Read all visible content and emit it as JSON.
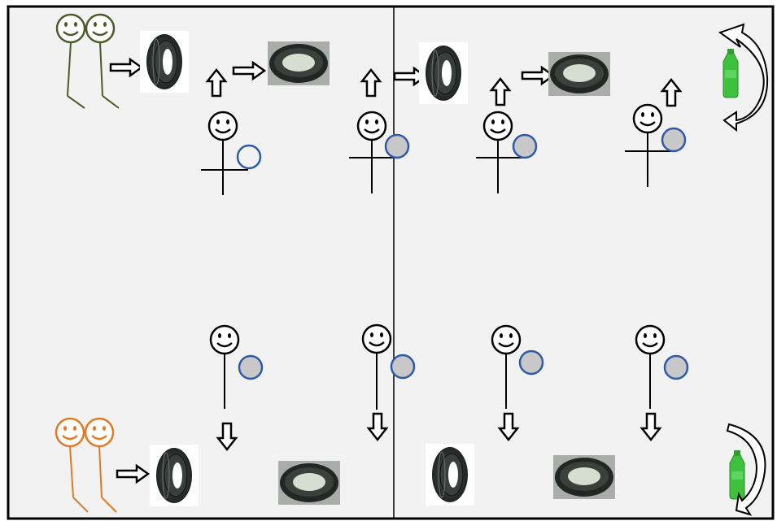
{
  "colors": {
    "background": "#f2f2f2",
    "frame": "#000000",
    "team_top": "#4d5a28",
    "team_bottom": "#e07a26",
    "player": "#000000",
    "ball_fill": "#c8c8c8",
    "ball_stroke": "#2e5aa8",
    "bottle": "#3ec23e",
    "tire": "#2a2e2c"
  },
  "diagram": {
    "panels": [
      "left-half",
      "right-half"
    ],
    "teams": [
      {
        "name": "top-team",
        "members": 2,
        "color_key": "team_top"
      },
      {
        "name": "bottom-team",
        "members": 2,
        "color_key": "team_bottom"
      }
    ],
    "top_row_players": 4,
    "bottom_row_players": 4,
    "top_row_arrow_direction": "up",
    "bottom_row_arrow_direction": "down",
    "tire_views": [
      "side-view",
      "top-view"
    ],
    "icons": [
      "smiley-face-icon",
      "tire-icon",
      "ball-icon",
      "bottle-icon",
      "curved-rotation-arrow-icon",
      "block-arrow-icon"
    ]
  }
}
